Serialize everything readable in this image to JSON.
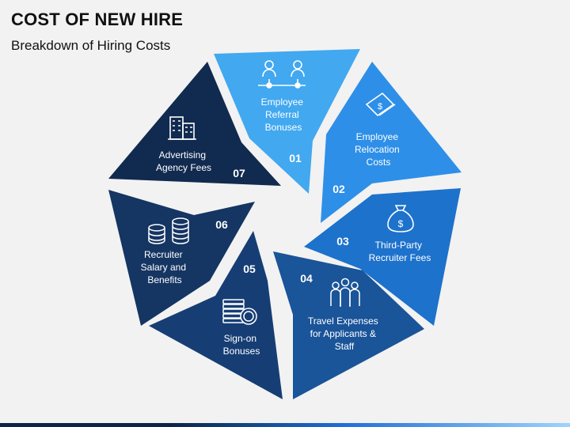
{
  "title": "COST OF NEW HIRE",
  "subtitle": "Breakdown of Hiring Costs",
  "segments": [
    {
      "num": "01",
      "lines": [
        "Employee",
        "Referral",
        "Bonuses"
      ],
      "icon": "people-network-icon",
      "color": "#42a8f0"
    },
    {
      "num": "02",
      "lines": [
        "Employee",
        "Relocation",
        "Costs"
      ],
      "icon": "money-bill-icon",
      "color": "#2e8fe8"
    },
    {
      "num": "03",
      "lines": [
        "Third-Party",
        "Recruiter Fees"
      ],
      "icon": "money-bag-icon",
      "color": "#1d72cc"
    },
    {
      "num": "04",
      "lines": [
        "Travel Expenses",
        "for Applicants &",
        "Staff"
      ],
      "icon": "group-icon",
      "color": "#1a5499"
    },
    {
      "num": "05",
      "lines": [
        "Sign-on",
        "Bonuses"
      ],
      "icon": "coin-stack-icon",
      "color": "#163e75"
    },
    {
      "num": "06",
      "lines": [
        "Recruiter",
        "Salary and",
        "Benefits"
      ],
      "icon": "coins-icon",
      "color": "#153562"
    },
    {
      "num": "07",
      "lines": [
        "Advertising",
        "Agency Fees"
      ],
      "icon": "building-icon",
      "color": "#112a4f"
    }
  ]
}
